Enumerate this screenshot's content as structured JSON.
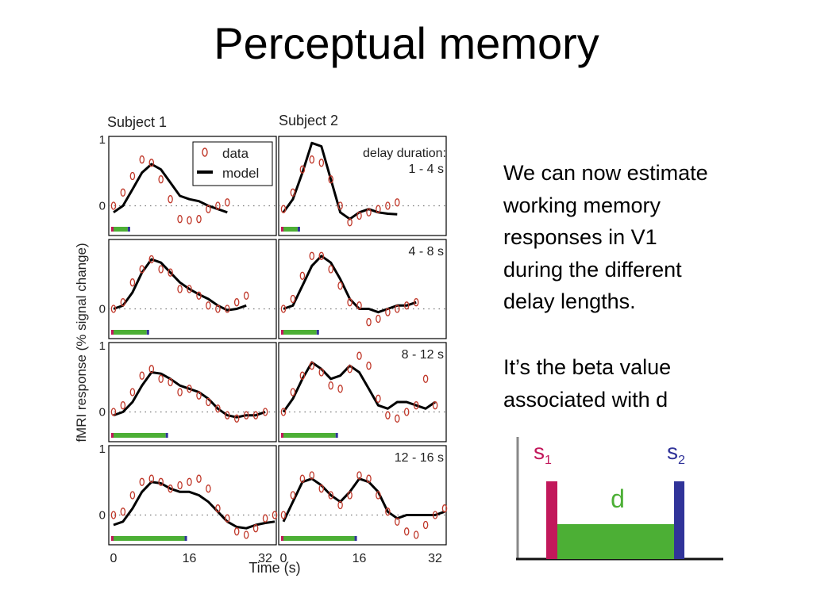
{
  "slide": {
    "title": "Perceptual memory",
    "paragraph1": "We can now estimate\nworking memory\nresponses in V1\nduring the different\ndelay lengths.",
    "paragraph2": "It’s the beta value\nassociated with d"
  },
  "chart_data": {
    "type": "line",
    "subjects": [
      "Subject 1",
      "Subject 2"
    ],
    "xlabel": "Time (s)",
    "ylabel": "fMRI response (% signal change)",
    "xlim": [
      0,
      34
    ],
    "ylim": [
      -0.45,
      1.05
    ],
    "xticks": [
      "0",
      "16",
      "32"
    ],
    "yticks": [
      "0",
      "1"
    ],
    "legend": {
      "title": "delay duration:",
      "data_label": "data",
      "model_label": "model",
      "position": "top-right"
    },
    "colors": {
      "data": "#c0392b",
      "model": "#000000",
      "stim1": "#c2185b",
      "delay": "#4caf35",
      "stim2": "#303399"
    },
    "panels": [
      {
        "delay_label": "1 - 4 s",
        "delay_end": 3,
        "subjects": [
          {
            "model_x": [
              0,
              2,
              4,
              6,
              8,
              10,
              12,
              14,
              16,
              18,
              20,
              22,
              24
            ],
            "model_y": [
              -0.1,
              0.0,
              0.25,
              0.5,
              0.63,
              0.55,
              0.35,
              0.15,
              0.1,
              0.07,
              0.0,
              -0.05,
              -0.1
            ],
            "data_x": [
              0,
              2,
              4,
              6,
              8,
              10,
              12,
              14,
              16,
              18,
              20,
              22,
              24
            ],
            "data_y": [
              0.0,
              0.2,
              0.45,
              0.7,
              0.65,
              0.4,
              0.1,
              -0.2,
              -0.22,
              -0.2,
              -0.05,
              0.0,
              0.05
            ]
          },
          {
            "model_x": [
              0,
              2,
              4,
              6,
              8,
              10,
              12,
              14,
              16,
              18,
              20,
              22,
              24
            ],
            "model_y": [
              -0.1,
              0.1,
              0.5,
              0.95,
              0.9,
              0.4,
              -0.1,
              -0.2,
              -0.1,
              -0.05,
              -0.1,
              -0.12,
              -0.13
            ],
            "data_x": [
              0,
              2,
              4,
              6,
              8,
              10,
              12,
              14,
              16,
              18,
              20,
              22,
              24
            ],
            "data_y": [
              -0.05,
              0.2,
              0.55,
              0.7,
              0.65,
              0.4,
              0.0,
              -0.25,
              -0.15,
              -0.1,
              -0.05,
              0.0,
              0.05
            ]
          }
        ]
      },
      {
        "delay_label": "4 - 8 s",
        "delay_end": 7,
        "subjects": [
          {
            "model_x": [
              0,
              2,
              4,
              6,
              8,
              10,
              12,
              14,
              16,
              18,
              20,
              22,
              24,
              26,
              28
            ],
            "model_y": [
              0.0,
              0.05,
              0.25,
              0.55,
              0.75,
              0.7,
              0.55,
              0.4,
              0.3,
              0.22,
              0.15,
              0.05,
              -0.02,
              0.0,
              0.05
            ],
            "data_x": [
              0,
              2,
              4,
              6,
              8,
              10,
              12,
              14,
              16,
              18,
              20,
              22,
              24,
              26,
              28
            ],
            "data_y": [
              0.0,
              0.1,
              0.4,
              0.6,
              0.75,
              0.6,
              0.55,
              0.3,
              0.3,
              0.2,
              0.05,
              0.0,
              0.0,
              0.1,
              0.2
            ]
          },
          {
            "model_x": [
              0,
              2,
              4,
              6,
              8,
              10,
              12,
              14,
              16,
              18,
              20,
              22,
              24,
              26,
              28
            ],
            "model_y": [
              0.0,
              0.05,
              0.35,
              0.65,
              0.8,
              0.7,
              0.45,
              0.15,
              0.0,
              0.0,
              -0.05,
              0.0,
              0.05,
              0.05,
              0.1
            ],
            "data_x": [
              0,
              2,
              4,
              6,
              8,
              10,
              12,
              14,
              16,
              18,
              20,
              22,
              24,
              26,
              28
            ],
            "data_y": [
              0.0,
              0.15,
              0.5,
              0.8,
              0.8,
              0.6,
              0.35,
              0.1,
              0.05,
              -0.2,
              -0.15,
              -0.05,
              0.0,
              0.05,
              0.1
            ]
          }
        ]
      },
      {
        "delay_label": "8 - 12 s",
        "delay_end": 11,
        "subjects": [
          {
            "model_x": [
              0,
              2,
              4,
              6,
              8,
              10,
              12,
              14,
              16,
              18,
              20,
              22,
              24,
              26,
              28,
              30,
              32
            ],
            "model_y": [
              -0.05,
              0.0,
              0.15,
              0.4,
              0.6,
              0.58,
              0.5,
              0.4,
              0.35,
              0.3,
              0.2,
              0.05,
              -0.05,
              -0.08,
              -0.05,
              -0.05,
              0.0
            ],
            "data_x": [
              0,
              2,
              4,
              6,
              8,
              10,
              12,
              14,
              16,
              18,
              20,
              22,
              24,
              26,
              28,
              30,
              32
            ],
            "data_y": [
              0.0,
              0.1,
              0.3,
              0.55,
              0.65,
              0.5,
              0.45,
              0.3,
              0.35,
              0.25,
              0.15,
              0.05,
              -0.05,
              -0.1,
              -0.05,
              -0.05,
              0.0
            ]
          },
          {
            "model_x": [
              0,
              2,
              4,
              6,
              8,
              10,
              12,
              14,
              16,
              18,
              20,
              22,
              24,
              26,
              28,
              30,
              32
            ],
            "model_y": [
              0.0,
              0.2,
              0.5,
              0.75,
              0.65,
              0.5,
              0.55,
              0.7,
              0.6,
              0.35,
              0.1,
              0.05,
              0.15,
              0.15,
              0.1,
              0.05,
              0.15
            ],
            "data_x": [
              0,
              2,
              4,
              6,
              8,
              10,
              12,
              14,
              16,
              18,
              20,
              22,
              24,
              26,
              28,
              30,
              32
            ],
            "data_y": [
              0.0,
              0.3,
              0.55,
              0.7,
              0.6,
              0.4,
              0.35,
              0.65,
              0.85,
              0.7,
              0.2,
              -0.05,
              -0.1,
              0.0,
              0.1,
              0.5,
              0.1
            ]
          }
        ]
      },
      {
        "delay_label": "12 - 16 s",
        "delay_end": 15,
        "subjects": [
          {
            "model_x": [
              0,
              2,
              4,
              6,
              8,
              10,
              12,
              14,
              16,
              18,
              20,
              22,
              24,
              26,
              28,
              30,
              32,
              34
            ],
            "model_y": [
              -0.15,
              -0.1,
              0.1,
              0.35,
              0.5,
              0.48,
              0.4,
              0.35,
              0.35,
              0.3,
              0.2,
              0.05,
              -0.1,
              -0.18,
              -0.2,
              -0.15,
              -0.12,
              -0.1
            ],
            "data_x": [
              0,
              2,
              4,
              6,
              8,
              10,
              12,
              14,
              16,
              18,
              20,
              22,
              24,
              26,
              28,
              30,
              32,
              34
            ],
            "data_y": [
              0.0,
              0.05,
              0.3,
              0.5,
              0.55,
              0.5,
              0.4,
              0.45,
              0.5,
              0.55,
              0.4,
              0.1,
              -0.05,
              -0.25,
              -0.3,
              -0.2,
              -0.05,
              0.0
            ]
          },
          {
            "model_x": [
              0,
              2,
              4,
              6,
              8,
              10,
              12,
              14,
              16,
              18,
              20,
              22,
              24,
              26,
              28,
              30,
              32,
              34
            ],
            "model_y": [
              -0.1,
              0.2,
              0.5,
              0.55,
              0.45,
              0.3,
              0.2,
              0.35,
              0.55,
              0.5,
              0.35,
              0.05,
              -0.05,
              0.0,
              0.0,
              0.0,
              0.0,
              0.05
            ],
            "data_x": [
              0,
              2,
              4,
              6,
              8,
              10,
              12,
              14,
              16,
              18,
              20,
              22,
              24,
              26,
              28,
              30,
              32,
              34
            ],
            "data_y": [
              0.0,
              0.3,
              0.55,
              0.6,
              0.4,
              0.3,
              0.15,
              0.3,
              0.6,
              0.55,
              0.3,
              0.05,
              -0.1,
              -0.25,
              -0.3,
              -0.15,
              0.0,
              0.1
            ]
          }
        ]
      }
    ]
  },
  "diagram": {
    "s1_label": "s",
    "s1_sub": "1",
    "s2_label": "s",
    "s2_sub": "2",
    "d_label": "d",
    "colors": {
      "s1": "#c2185b",
      "s2": "#303399",
      "delay": "#4caf35",
      "axis": "#000000"
    }
  }
}
